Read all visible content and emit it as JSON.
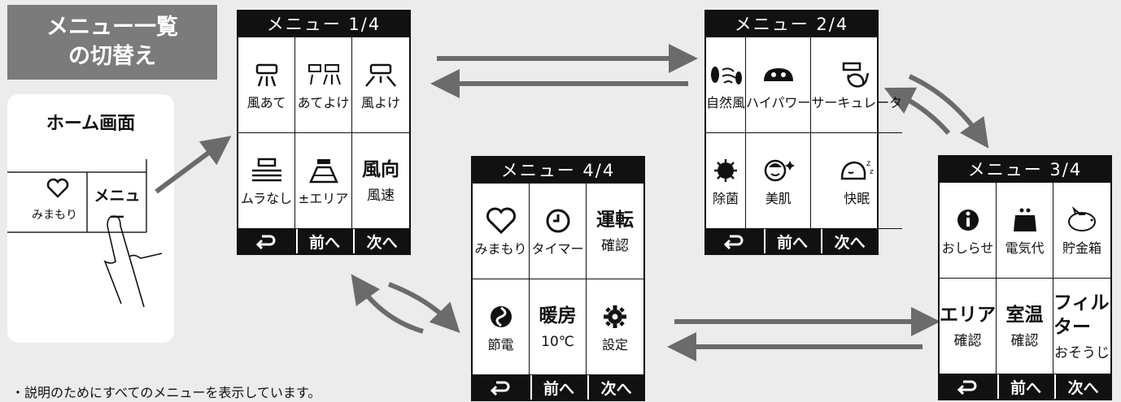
{
  "badge": {
    "line1": "メニュー一覧",
    "line2": "の切替え"
  },
  "home": {
    "title": "ホーム画面",
    "heart_label": "みまもり",
    "menu_label": "メニュー"
  },
  "note": "・説明のためにすべてのメニューを表示しています。",
  "nav": {
    "back_icon": "back-arrow-icon",
    "prev": "前へ",
    "next": "次へ"
  },
  "panels": [
    {
      "title": "メニュー 1/4",
      "cells": [
        {
          "label": "風あて",
          "icon": "direct-wind-icon"
        },
        {
          "label": "あてよけ",
          "icon": "avoid-wind-icon"
        },
        {
          "label": "風よけ",
          "icon": "wind-shield-icon"
        },
        {
          "label": "ムラなし",
          "icon": "even-air-icon"
        },
        {
          "label": "±エリア",
          "icon": "area-icon"
        },
        {
          "big": "風向",
          "sub": "風速"
        }
      ]
    },
    {
      "title": "メニュー 2/4",
      "cells": [
        {
          "label": "自然風",
          "icon": "natural-wind-icon"
        },
        {
          "label": "ハイパワー",
          "icon": "high-power-icon"
        },
        {
          "label": "サーキュレータ",
          "icon": "circulator-icon"
        },
        {
          "label": "除菌",
          "icon": "sterilize-icon"
        },
        {
          "label": "美肌",
          "icon": "skin-care-icon"
        },
        {
          "label": "快眠",
          "icon": "sleep-icon"
        }
      ]
    },
    {
      "title": "メニュー 3/4",
      "cells": [
        {
          "label": "おしらせ",
          "icon": "info-icon"
        },
        {
          "label": "電気代",
          "icon": "purse-icon"
        },
        {
          "label": "貯金箱",
          "icon": "piggy-bank-icon"
        },
        {
          "big": "エリア",
          "sub": "確認"
        },
        {
          "big": "室温",
          "sub": "確認"
        },
        {
          "big": "フィルター",
          "sub": "おそうじ"
        }
      ]
    },
    {
      "title": "メニュー 4/4",
      "cells": [
        {
          "label": "みまもり",
          "icon": "heart-icon"
        },
        {
          "label": "タイマー",
          "icon": "clock-icon"
        },
        {
          "big": "運転",
          "sub": "確認"
        },
        {
          "label": "節電",
          "icon": "power-save-icon"
        },
        {
          "big": "暖房",
          "sub": "10℃"
        },
        {
          "label": "設定",
          "icon": "gear-icon"
        }
      ]
    }
  ],
  "colors": {
    "badge": "#7b7b7b",
    "arrow": "#6b6b6b",
    "background": "#ececec",
    "panel_bar": "#111111"
  }
}
